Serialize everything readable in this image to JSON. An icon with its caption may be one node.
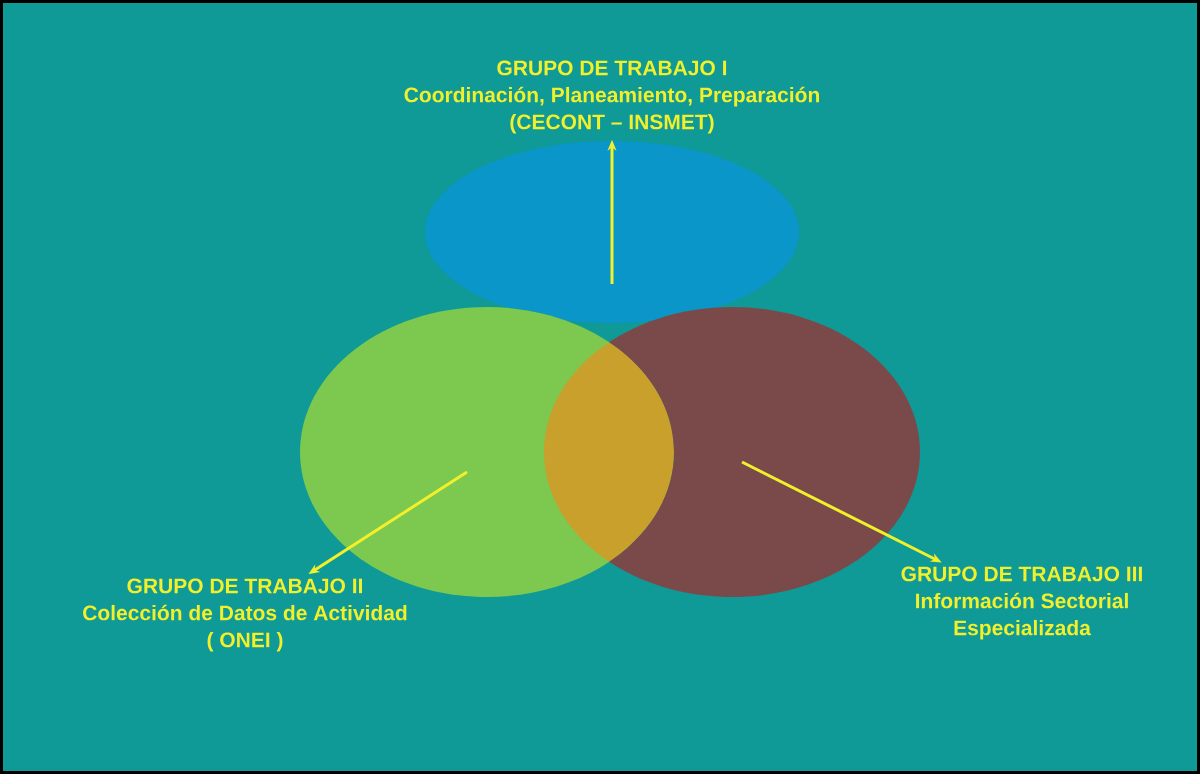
{
  "diagram": {
    "nodes": [
      {
        "text": [],
        "shape": "ellipse"
      },
      {
        "text": [],
        "shape": "ellipse"
      },
      {
        "text": [],
        "shape": "ellipse"
      },
      {
        "text": [
          "GRUPO DE TRABAJO I",
          "Coordinación, Planeamiento, Preparación",
          "(CECONT – INSMET)"
        ]
      },
      {
        "text": [
          "GRUPO DE TRABAJO II",
          "Colección de Datos de Actividad",
          "( ONEI )"
        ]
      },
      {
        "text": [
          "GRUPO DE TRABAJO III",
          "Información Sectorial",
          "Especializada"
        ]
      }
    ],
    "edges": [
      {
        "from": 0,
        "to": 3,
        "arrow": "to"
      },
      {
        "from": 1,
        "to": 4,
        "arrow": "to"
      },
      {
        "from": 2,
        "to": 5,
        "arrow": "to"
      }
    ]
  }
}
